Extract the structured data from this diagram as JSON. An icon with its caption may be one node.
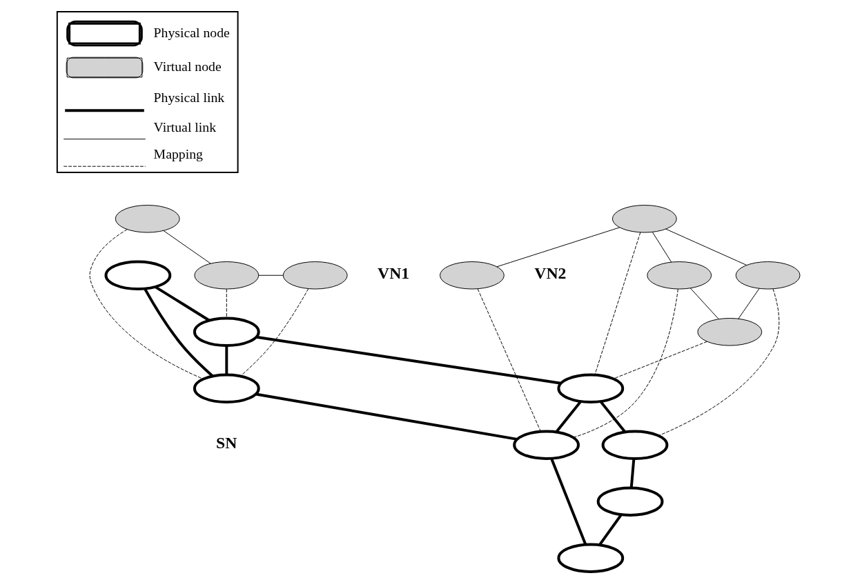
{
  "diagram": {
    "nodes": [
      {
        "text": [],
        "shape": "ellipse"
      },
      {
        "text": [],
        "shape": "ellipse"
      },
      {
        "text": [],
        "shape": "ellipse"
      },
      {
        "text": [],
        "shape": "ellipse"
      },
      {
        "text": [],
        "shape": "ellipse"
      },
      {
        "text": [],
        "shape": "ellipse"
      },
      {
        "text": [],
        "shape": "ellipse"
      },
      {
        "text": [],
        "shape": "ellipse"
      },
      {
        "text": [],
        "shape": "ellipse"
      },
      {
        "text": [],
        "shape": "ellipse"
      },
      {
        "text": [],
        "shape": "ellipse"
      },
      {
        "text": [],
        "shape": "ellipse"
      },
      {
        "text": [],
        "shape": "ellipse"
      },
      {
        "text": [],
        "shape": "ellipse"
      },
      {
        "text": [],
        "shape": "ellipse"
      },
      {
        "text": [],
        "shape": "ellipse"
      }
    ],
    "edges": [
      {
        "from": 0,
        "to": 3,
        "arrow": "none"
      },
      {
        "from": 3,
        "to": 5,
        "arrow": "none"
      },
      {
        "from": 1,
        "to": 4,
        "arrow": "none"
      },
      {
        "from": 1,
        "to": 2,
        "arrow": "none"
      },
      {
        "from": 1,
        "to": 6,
        "arrow": "none"
      },
      {
        "from": 2,
        "to": 7,
        "arrow": "none"
      },
      {
        "from": 6,
        "to": 7,
        "arrow": "none"
      },
      {
        "from": 12,
        "to": 9,
        "arrow": "none",
        "style": "thick"
      },
      {
        "from": 12,
        "to": 14,
        "arrow": "none",
        "style": "thick"
      },
      {
        "from": 9,
        "to": 10,
        "arrow": "none",
        "style": "thick"
      },
      {
        "from": 9,
        "to": 14,
        "arrow": "none",
        "style": "thick"
      },
      {
        "from": 10,
        "to": 15,
        "arrow": "none",
        "style": "thick"
      },
      {
        "from": 10,
        "to": 11,
        "arrow": "none",
        "style": "thick"
      },
      {
        "from": 11,
        "to": 8,
        "arrow": "none",
        "style": "thick"
      },
      {
        "from": 8,
        "to": 13,
        "arrow": "none",
        "style": "thick"
      },
      {
        "from": 14,
        "to": 15,
        "arrow": "none",
        "style": "thick"
      },
      {
        "from": 15,
        "to": 13,
        "arrow": "none",
        "style": "thick"
      },
      {
        "from": 0,
        "to": 14,
        "arrow": "none",
        "style": "dashed"
      },
      {
        "from": 3,
        "to": 9,
        "arrow": "none",
        "style": "dashed"
      },
      {
        "from": 5,
        "to": 14,
        "arrow": "none",
        "style": "dashed"
      },
      {
        "from": 4,
        "to": 15,
        "arrow": "none",
        "style": "dashed"
      },
      {
        "from": 1,
        "to": 10,
        "arrow": "none",
        "style": "dashed"
      },
      {
        "from": 2,
        "to": 11,
        "arrow": "none",
        "style": "dashed"
      },
      {
        "from": 6,
        "to": 15,
        "arrow": "none",
        "style": "dashed"
      },
      {
        "from": 7,
        "to": 10,
        "arrow": "none",
        "style": "dashed"
      }
    ],
    "labels": [
      "VN1",
      "VN2",
      "SN"
    ],
    "legend": [
      {
        "text": "Physical node"
      },
      {
        "text": "Virtual node"
      },
      {
        "text": "Physical link"
      },
      {
        "text": "Virtual link"
      },
      {
        "text": "Mapping"
      }
    ]
  }
}
